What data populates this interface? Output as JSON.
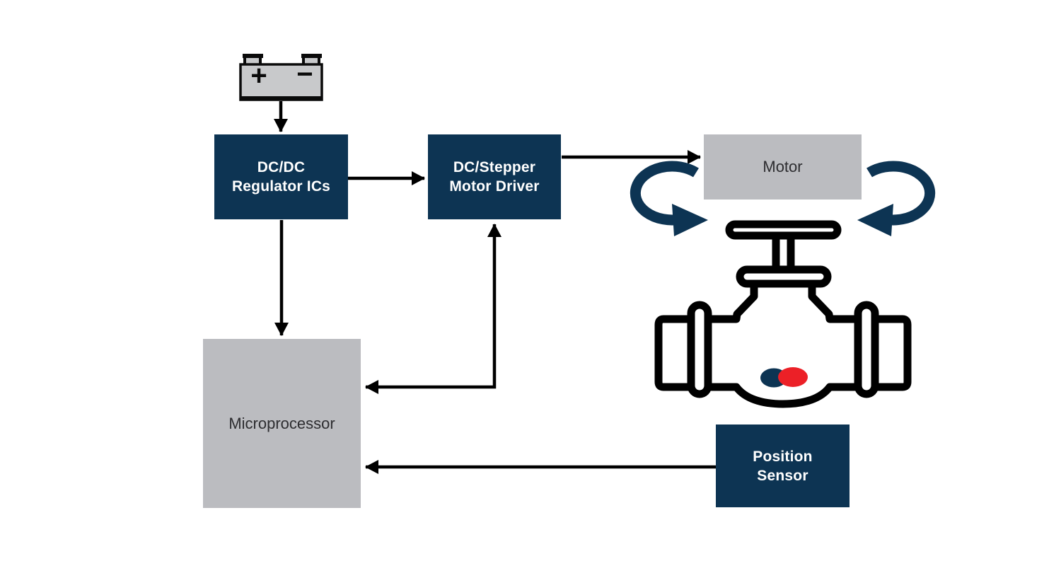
{
  "colors": {
    "navy": "#0d3453",
    "box_gray": "#bbbcc0",
    "battery_gray": "#c8c9cb",
    "arrow_black": "#000000",
    "logo_red": "#ec2027",
    "text_dark": "#2d2d30",
    "text_white": "#ffffff"
  },
  "battery": {
    "plus": "+",
    "minus": "−"
  },
  "nodes": {
    "regulator": {
      "line1": "DC/DC",
      "line2": "Regulator ICs"
    },
    "driver": {
      "line1": "DC/Stepper",
      "line2": "Motor Driver"
    },
    "motor": {
      "label": "Motor"
    },
    "microprocessor": {
      "label": "Microprocessor"
    },
    "position_sensor": {
      "line1": "Position",
      "line2": "Sensor"
    }
  }
}
